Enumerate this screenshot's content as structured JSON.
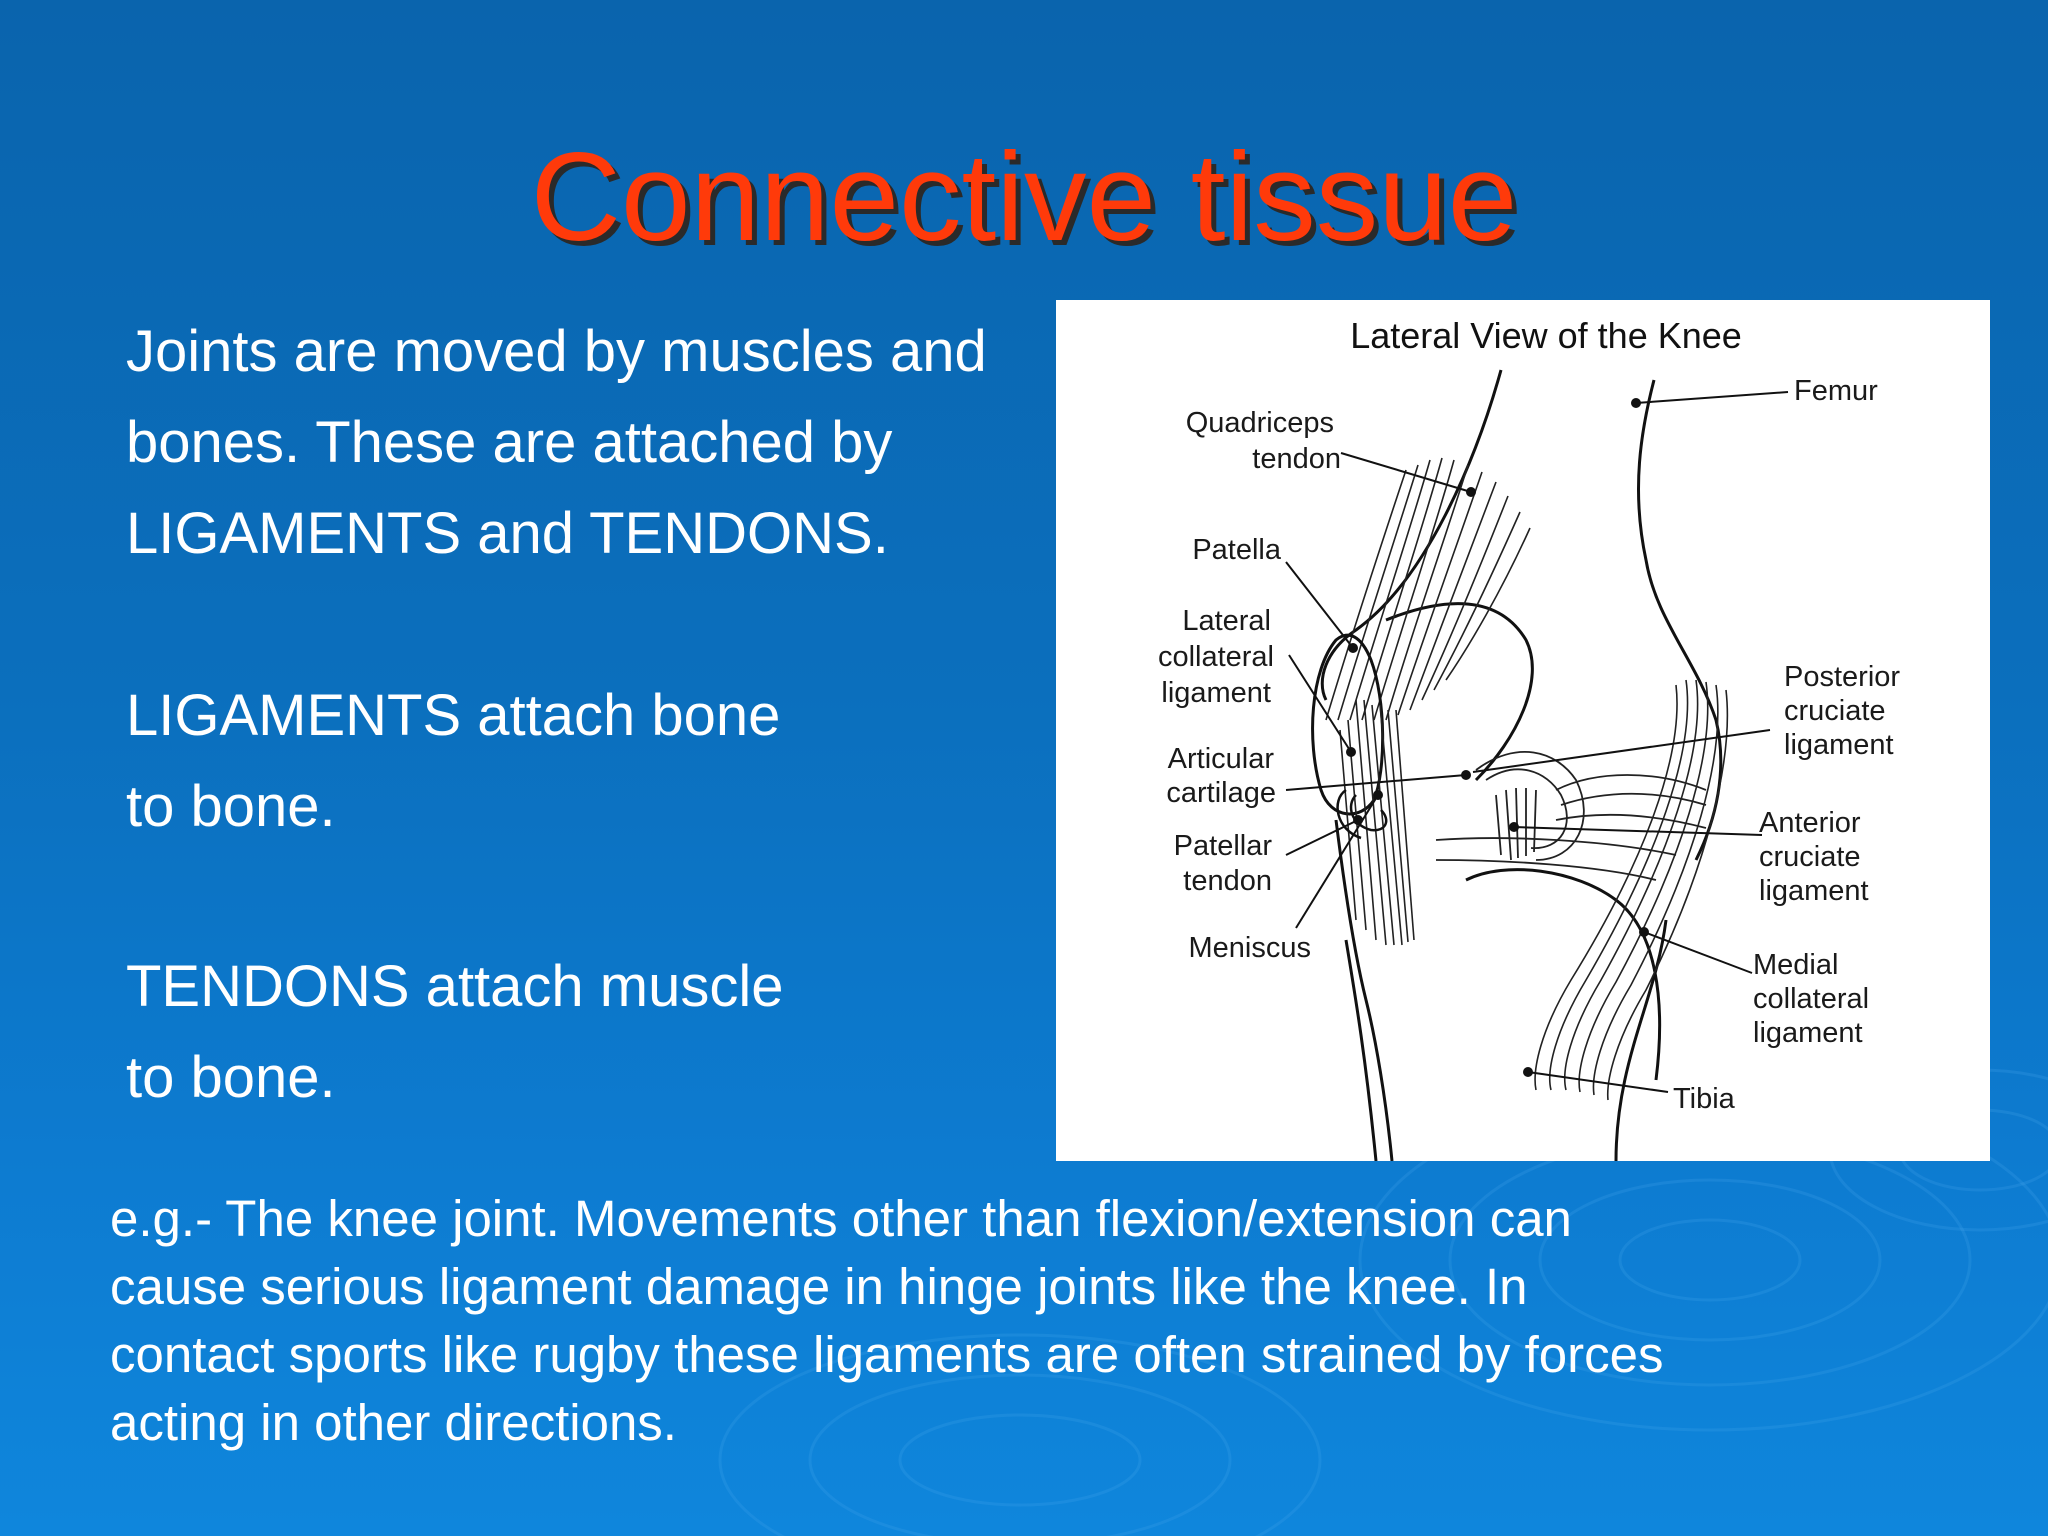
{
  "slide": {
    "title": "Connective tissue",
    "paragraphs": [
      [
        "Joints are moved by muscles and",
        "bones. These are attached by",
        "LIGAMENTS and TENDONS."
      ],
      [
        "LIGAMENTS attach bone",
        "to bone."
      ],
      [
        "TENDONS attach muscle",
        "to bone."
      ]
    ],
    "note": [
      "e.g.- The knee joint. Movements other than flexion/extension can",
      "cause serious ligament damage in hinge joints like the knee. In",
      "contact sports like rugby these ligaments are often strained by forces",
      "acting in other directions."
    ]
  },
  "figure": {
    "title": "Lateral View of the Knee",
    "labels": {
      "quadriceps": [
        "Quadriceps",
        "tendon"
      ],
      "patella": [
        "Patella"
      ],
      "lateral_collateral": [
        "Lateral",
        "collateral",
        "ligament"
      ],
      "articular": [
        "Articular",
        "cartilage"
      ],
      "patellar_tendon": [
        "Patellar",
        "tendon"
      ],
      "meniscus": [
        "Meniscus"
      ],
      "femur": [
        "Femur"
      ],
      "posterior_cruciate": [
        "Posterior",
        "cruciate",
        "ligament"
      ],
      "anterior_cruciate": [
        "Anterior",
        "cruciate",
        "ligament"
      ],
      "medial_collateral": [
        "Medial",
        "collateral",
        "ligament"
      ],
      "tibia": [
        "Tibia"
      ]
    }
  },
  "colors": {
    "title": "#ff3a0a",
    "background": "#0b6fbd",
    "text": "#ffffff"
  }
}
